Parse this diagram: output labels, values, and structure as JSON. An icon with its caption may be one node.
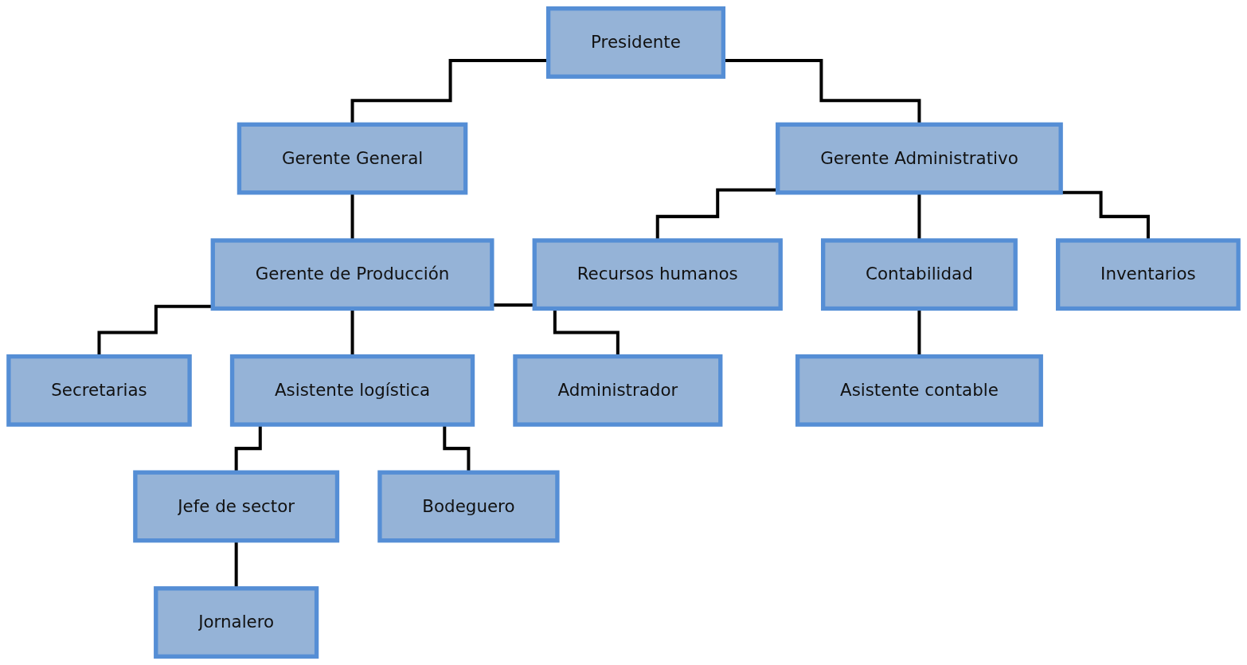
{
  "diagram": {
    "nodes": [
      {
        "text": [
          "Presidente"
        ]
      },
      {
        "text": [
          "Gerente General"
        ]
      },
      {
        "text": [
          "Gerente Administrativo"
        ]
      },
      {
        "text": [
          "Gerente de Producción"
        ]
      },
      {
        "text": [
          "Recursos humanos"
        ]
      },
      {
        "text": [
          "Contabilidad"
        ]
      },
      {
        "text": [
          "Inventarios"
        ]
      },
      {
        "text": [
          "Secretarias"
        ]
      },
      {
        "text": [
          "Asistente logística"
        ]
      },
      {
        "text": [
          "Administrador"
        ]
      },
      {
        "text": [
          "Asistente contable"
        ]
      },
      {
        "text": [
          "Jefe de sector"
        ]
      },
      {
        "text": [
          "Bodeguero"
        ]
      },
      {
        "text": [
          "Jornalero"
        ]
      }
    ],
    "edges": [
      {
        "from": 0,
        "to": 1,
        "arrow": "none"
      },
      {
        "from": 0,
        "to": 2,
        "arrow": "none"
      },
      {
        "from": 1,
        "to": 3,
        "arrow": "none"
      },
      {
        "from": 2,
        "to": 4,
        "arrow": "none"
      },
      {
        "from": 2,
        "to": 5,
        "arrow": "none"
      },
      {
        "from": 2,
        "to": 6,
        "arrow": "none"
      },
      {
        "from": 3,
        "to": 7,
        "arrow": "none"
      },
      {
        "from": 3,
        "to": 8,
        "arrow": "none"
      },
      {
        "from": 3,
        "to": 9,
        "arrow": "none"
      },
      {
        "from": 5,
        "to": 10,
        "arrow": "none"
      },
      {
        "from": 8,
        "to": 11,
        "arrow": "none"
      },
      {
        "from": 8,
        "to": 12,
        "arrow": "none"
      },
      {
        "from": 11,
        "to": 13,
        "arrow": "none"
      }
    ]
  }
}
